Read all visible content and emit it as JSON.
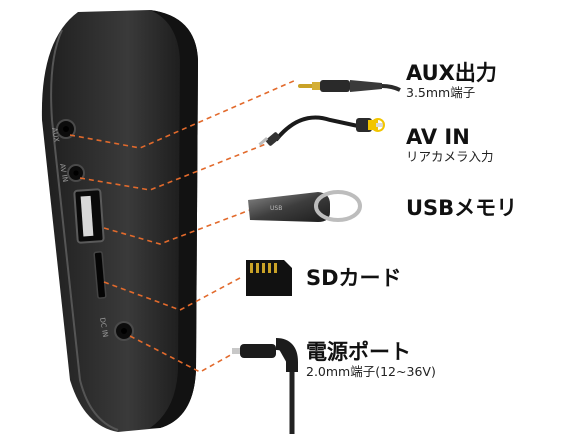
{
  "ports": [
    {
      "title": "AUX出力",
      "subtitle": "3.5mm端子"
    },
    {
      "title": "AV IN",
      "subtitle": "リアカメラ入力"
    },
    {
      "title": "USBメモリ",
      "subtitle": ""
    },
    {
      "title": "SDカード",
      "subtitle": ""
    },
    {
      "title": "電源ポート",
      "subtitle": "2.0mm端子(12~36V)"
    }
  ],
  "device_side_labels": {
    "aux": "AUX",
    "av_in": "AV IN",
    "dc_in": "DC IN"
  },
  "colors": {
    "leader_line": "#e26a2c",
    "device_body": "#2b2b2b",
    "plug_gold": "#c9a227",
    "rca_yellow": "#f2c500"
  }
}
